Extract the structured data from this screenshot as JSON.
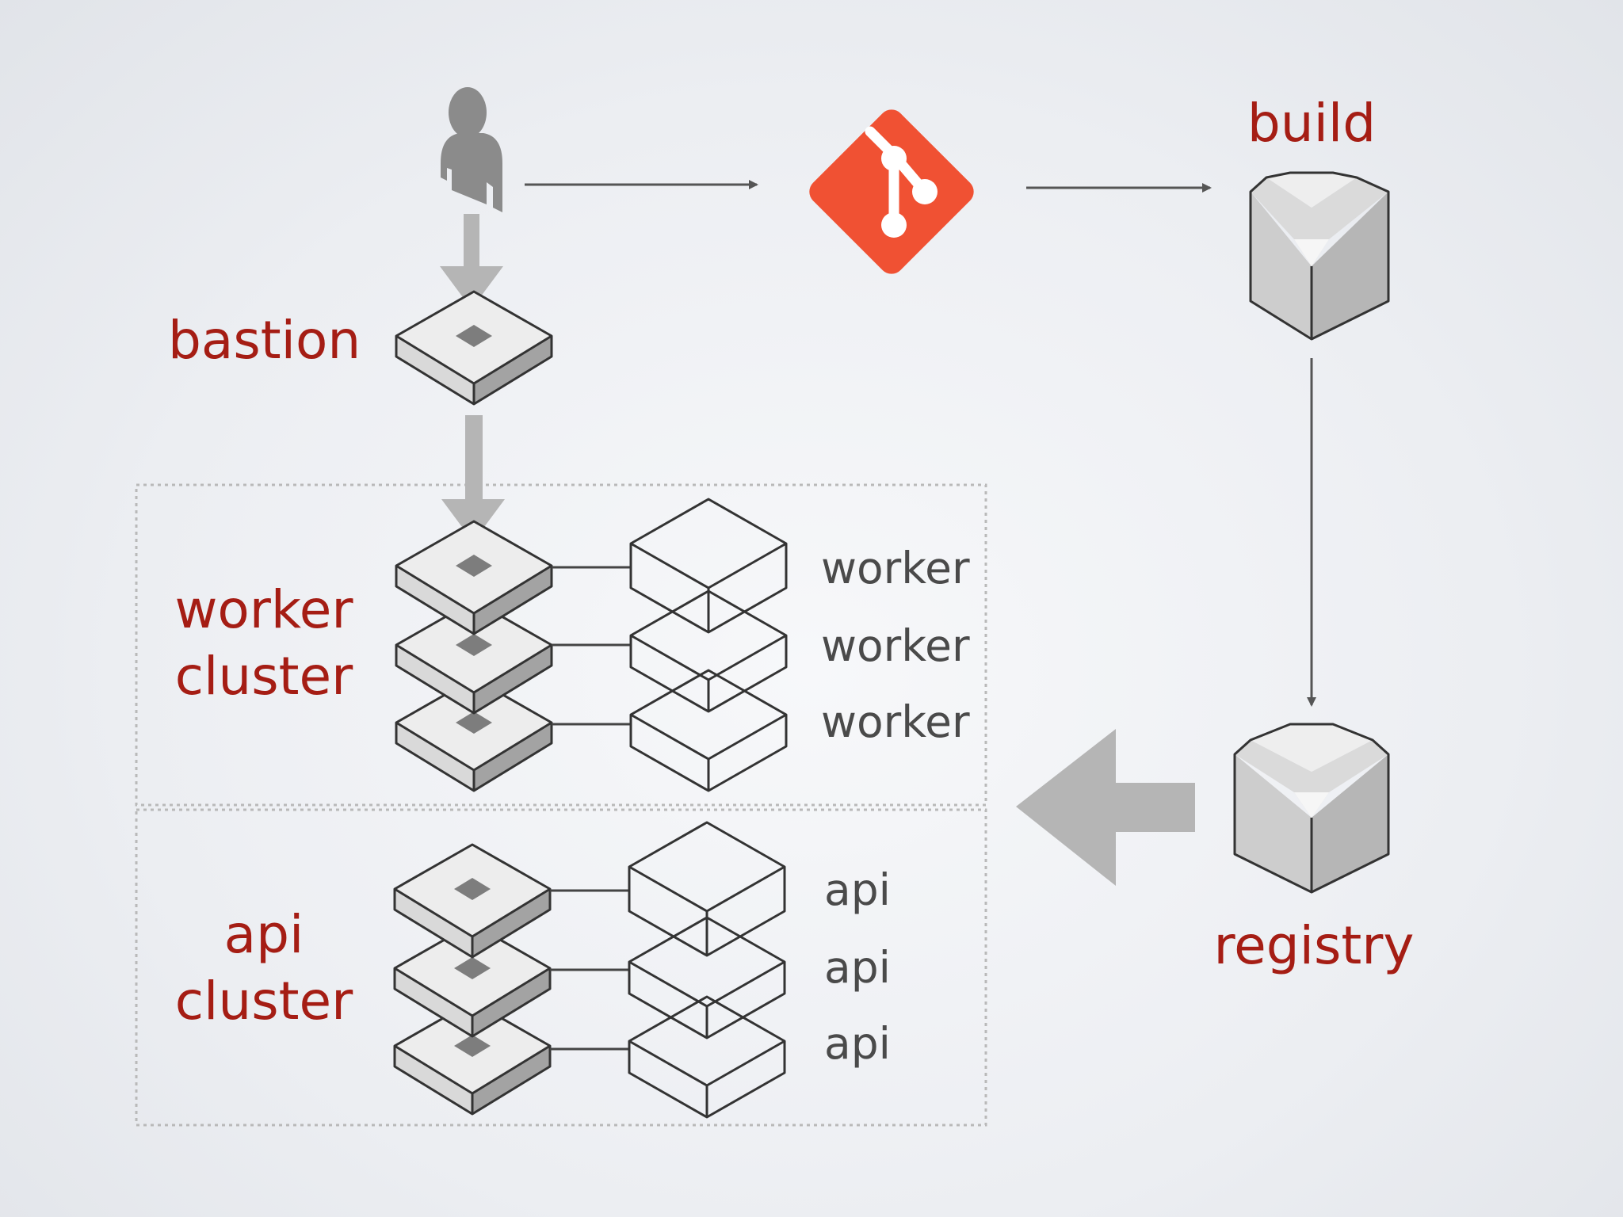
{
  "labels": {
    "bastion": "bastion",
    "worker_cluster_line1": "worker",
    "worker_cluster_line2": "cluster",
    "api_cluster_line1": "api",
    "api_cluster_line2": "cluster",
    "build": "build",
    "registry": "registry"
  },
  "workers": [
    "worker",
    "worker",
    "worker"
  ],
  "apis": [
    "api",
    "api",
    "api"
  ],
  "icons": {
    "user": "user-icon",
    "git": "git-icon",
    "build": "package-icon",
    "registry": "package-icon",
    "server": "server-icon"
  },
  "colors": {
    "label_red": "#a51d14",
    "git_orange": "#f05133",
    "cube_light": "#e6e6e6",
    "cube_dark": "#7d7d7d",
    "arrow_grey": "#b5b5b5"
  }
}
